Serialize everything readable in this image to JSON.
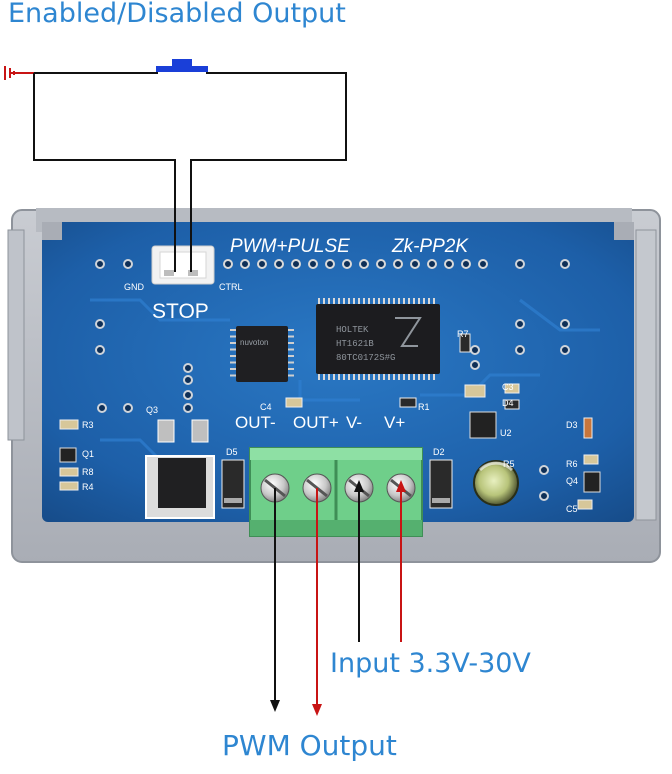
{
  "captions": {
    "title": "Enabled/Disabled Output",
    "input": "Input 3.3V-30V",
    "output": "PWM Output"
  },
  "board": {
    "model_line": "PWM+PULSE",
    "model": "Zk-PP2K",
    "stop_label": "STOP",
    "gnd_label": "GND",
    "ctrl_label": "CTRL",
    "terminals": [
      "OUT-",
      "OUT+",
      "V-",
      "V+"
    ],
    "mcu_lines": [
      "HOLTEK",
      "HT1621B",
      "80TC0172S#G"
    ],
    "small_chip": "nuvoton",
    "component_labels": [
      "Q3",
      "R3",
      "Q1",
      "R8",
      "R4",
      "D5",
      "C4",
      "R1",
      "R7",
      "C3",
      "D4",
      "U2",
      "D3",
      "R5",
      "R6",
      "Q4",
      "C5",
      "D2"
    ]
  },
  "colors": {
    "caption": "#2e86d1",
    "pcb": "#1d5fa8",
    "button": "#1a3fd8",
    "terminal_green": "#6fcf8a",
    "wire_black": "#111111",
    "wire_red": "#c81414",
    "ground": "#c81414"
  }
}
